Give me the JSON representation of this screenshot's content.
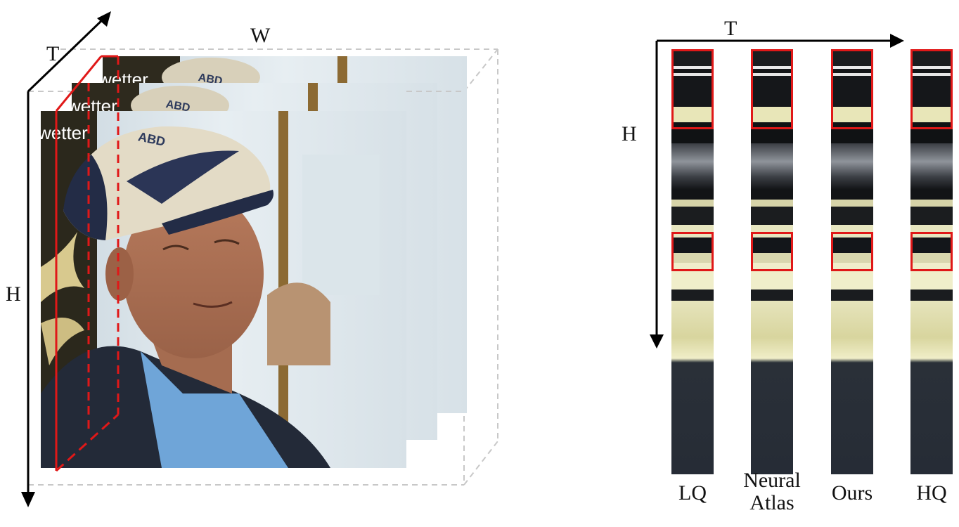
{
  "axes_left": {
    "t": "T",
    "w": "W",
    "h": "H"
  },
  "axes_right": {
    "t": "T",
    "h": "H"
  },
  "frame_overlay_text": "wetter",
  "cap_text": "ABD",
  "methods": [
    {
      "lines": [
        "LQ"
      ]
    },
    {
      "lines": [
        "Neural",
        "Atlas"
      ]
    },
    {
      "lines": [
        "Ours"
      ]
    },
    {
      "lines": [
        "HQ"
      ]
    }
  ],
  "colors": {
    "highlight": "#e01818",
    "cube_edge": "#c8c8c8",
    "axis": "#000000"
  }
}
